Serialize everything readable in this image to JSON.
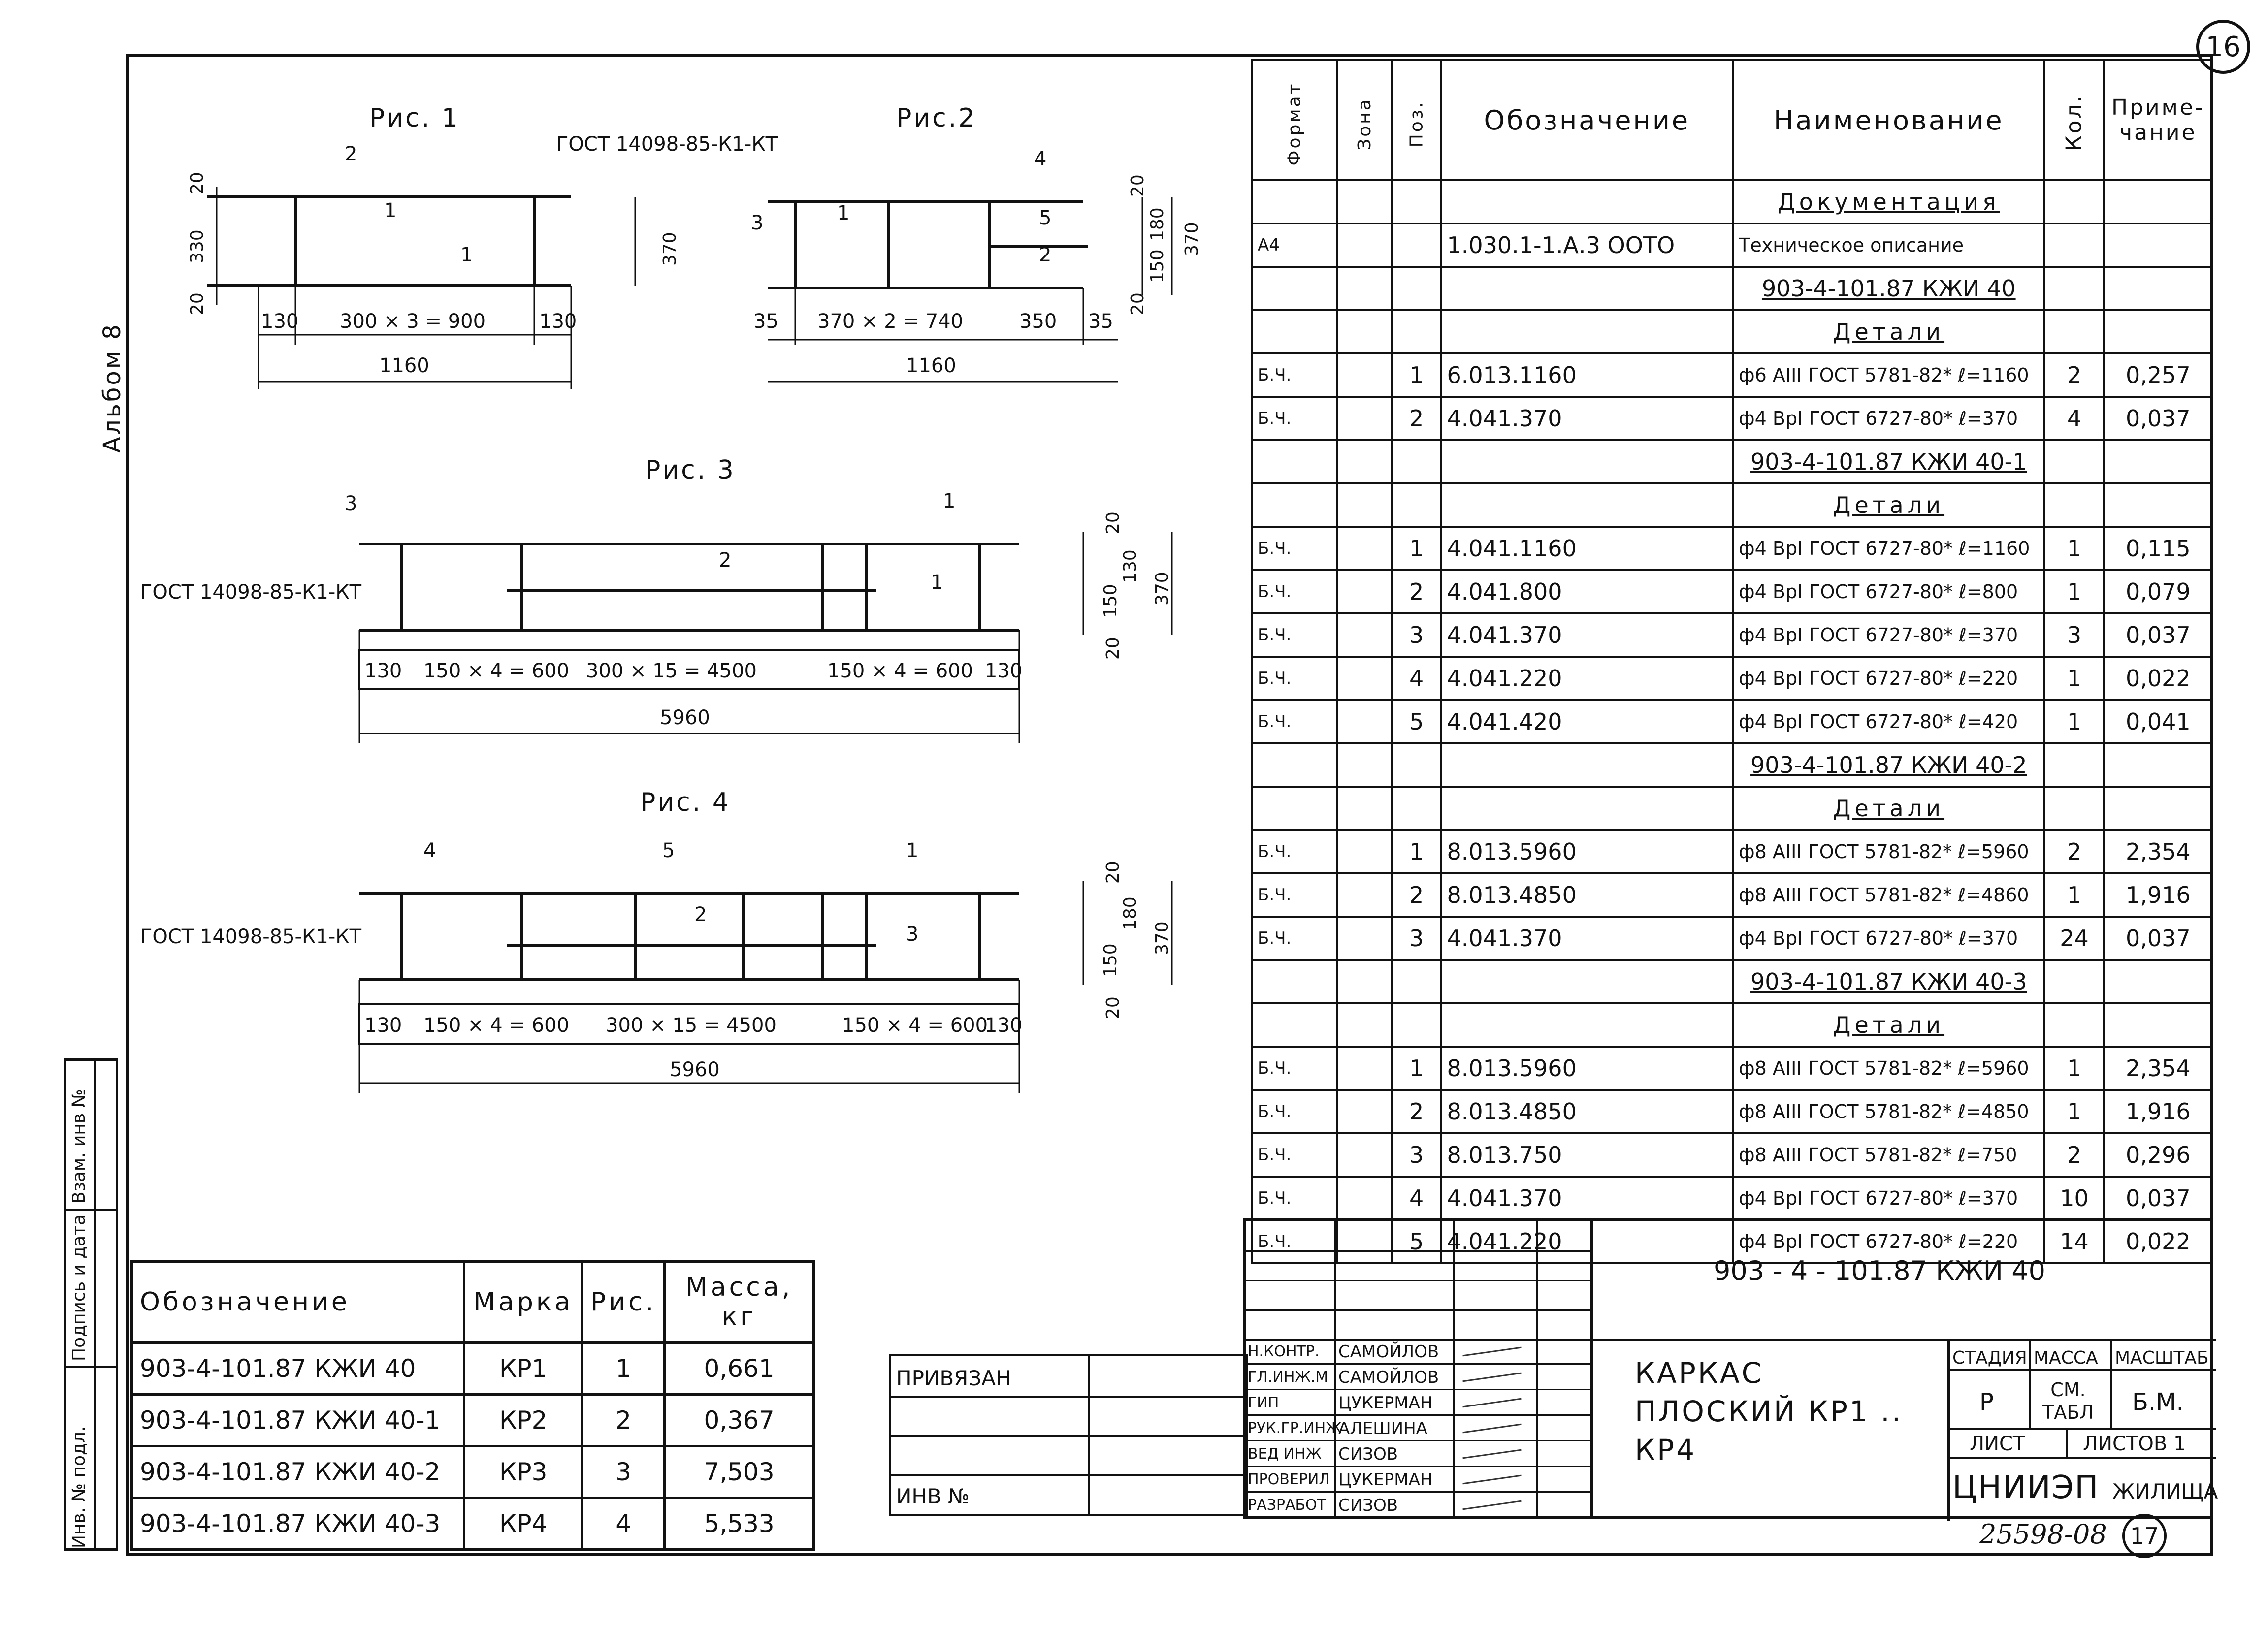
{
  "sheet_number_top": "16",
  "album_label": "Альбом 8",
  "figures": {
    "fig1": {
      "title": "Рис. 1",
      "gost": "ГОСТ 14098-85-К1-КТ",
      "pos_labels": [
        "2",
        "1",
        "1"
      ],
      "dims": {
        "top": "20",
        "height": "330",
        "bottom": "20",
        "left": "130",
        "mid": "300 × 3 = 900",
        "right": "130",
        "total": "1160",
        "side": "370"
      }
    },
    "fig2": {
      "title": "Рис.2",
      "pos_labels": [
        "4",
        "3",
        "1",
        "5",
        "2"
      ],
      "dims": {
        "left": "35",
        "mid": "370 × 2 = 740",
        "right_seg": "350",
        "right": "35",
        "total": "1160",
        "v1": "20",
        "v2": "180",
        "v3": "150",
        "v4": "20",
        "side": "370"
      }
    },
    "fig3": {
      "title": "Рис. 3",
      "gost": "ГОСТ 14098-85-К1-КТ",
      "pos_labels": [
        "3",
        "1",
        "2",
        "1"
      ],
      "dims": {
        "a": "130",
        "b": "150 × 4 = 600",
        "c": "300 × 15 = 4500",
        "d": "150 × 4 = 600",
        "e": "130",
        "total": "5960",
        "v1": "20",
        "v2": "130",
        "v3": "150",
        "v4": "20",
        "side": "370"
      }
    },
    "fig4": {
      "title": "Рис. 4",
      "gost": "ГОСТ 14098-85-К1-КТ",
      "pos_labels": [
        "4",
        "5",
        "1",
        "2",
        "3"
      ],
      "dims": {
        "a": "130",
        "b": "150 × 4 = 600",
        "c": "300 × 15 = 4500",
        "d": "150 × 4 = 600",
        "e": "130",
        "total": "5960",
        "v1": "20",
        "v2": "180",
        "v3": "150",
        "v4": "20",
        "side": "370"
      }
    }
  },
  "spec": {
    "headers": {
      "format": "Формат",
      "zone": "Зона",
      "pos": "Поз.",
      "designation": "Обозначение",
      "name": "Наименование",
      "qty": "Кол.",
      "note": "Приме-чание"
    },
    "rows": [
      {
        "type": "section",
        "name": "Документация"
      },
      {
        "type": "item",
        "format": "А4",
        "zone": "",
        "pos": "",
        "designation": "1.030.1-1.А.3 ООТО",
        "name": "Техническое описание",
        "qty": "",
        "note": ""
      },
      {
        "type": "ref",
        "name": "903-4-101.87 КЖИ 40"
      },
      {
        "type": "section",
        "name": "Детали"
      },
      {
        "type": "item",
        "format": "Б.Ч.",
        "zone": "",
        "pos": "1",
        "designation": "6.013.1160",
        "name": "ф6 АIII ГОСТ 5781-82* ℓ=1160",
        "qty": "2",
        "note": "0,257"
      },
      {
        "type": "item",
        "format": "Б.Ч.",
        "zone": "",
        "pos": "2",
        "designation": "4.041.370",
        "name": "ф4 ВрI ГОСТ 6727-80* ℓ=370",
        "qty": "4",
        "note": "0,037"
      },
      {
        "type": "ref",
        "name": "903-4-101.87 КЖИ 40-1"
      },
      {
        "type": "section",
        "name": "Детали"
      },
      {
        "type": "item",
        "format": "Б.Ч.",
        "zone": "",
        "pos": "1",
        "designation": "4.041.1160",
        "name": "ф4 ВрI ГОСТ 6727-80* ℓ=1160",
        "qty": "1",
        "note": "0,115"
      },
      {
        "type": "item",
        "format": "Б.Ч.",
        "zone": "",
        "pos": "2",
        "designation": "4.041.800",
        "name": "ф4 ВрI ГОСТ 6727-80* ℓ=800",
        "qty": "1",
        "note": "0,079"
      },
      {
        "type": "item",
        "format": "Б.Ч.",
        "zone": "",
        "pos": "3",
        "designation": "4.041.370",
        "name": "ф4 ВрI ГОСТ 6727-80* ℓ=370",
        "qty": "3",
        "note": "0,037"
      },
      {
        "type": "item",
        "format": "Б.Ч.",
        "zone": "",
        "pos": "4",
        "designation": "4.041.220",
        "name": "ф4 ВрI ГОСТ 6727-80* ℓ=220",
        "qty": "1",
        "note": "0,022"
      },
      {
        "type": "item",
        "format": "Б.Ч.",
        "zone": "",
        "pos": "5",
        "designation": "4.041.420",
        "name": "ф4 ВрI ГОСТ 6727-80* ℓ=420",
        "qty": "1",
        "note": "0,041"
      },
      {
        "type": "ref",
        "name": "903-4-101.87 КЖИ 40-2"
      },
      {
        "type": "section",
        "name": "Детали"
      },
      {
        "type": "item",
        "format": "Б.Ч.",
        "zone": "",
        "pos": "1",
        "designation": "8.013.5960",
        "name": "ф8 АIII ГОСТ 5781-82* ℓ=5960",
        "qty": "2",
        "note": "2,354"
      },
      {
        "type": "item",
        "format": "Б.Ч.",
        "zone": "",
        "pos": "2",
        "designation": "8.013.4850",
        "name": "ф8 АIII ГОСТ 5781-82* ℓ=4860",
        "qty": "1",
        "note": "1,916"
      },
      {
        "type": "item",
        "format": "Б.Ч.",
        "zone": "",
        "pos": "3",
        "designation": "4.041.370",
        "name": "ф4 ВрI ГОСТ 6727-80* ℓ=370",
        "qty": "24",
        "note": "0,037"
      },
      {
        "type": "ref",
        "name": "903-4-101.87 КЖИ 40-3"
      },
      {
        "type": "section",
        "name": "Детали"
      },
      {
        "type": "item",
        "format": "Б.Ч.",
        "zone": "",
        "pos": "1",
        "designation": "8.013.5960",
        "name": "ф8 АIII ГОСТ 5781-82* ℓ=5960",
        "qty": "1",
        "note": "2,354"
      },
      {
        "type": "item",
        "format": "Б.Ч.",
        "zone": "",
        "pos": "2",
        "designation": "8.013.4850",
        "name": "ф8 АIII ГОСТ 5781-82* ℓ=4850",
        "qty": "1",
        "note": "1,916"
      },
      {
        "type": "item",
        "format": "Б.Ч.",
        "zone": "",
        "pos": "3",
        "designation": "8.013.750",
        "name": "ф8 АIII ГОСТ 5781-82* ℓ=750",
        "qty": "2",
        "note": "0,296"
      },
      {
        "type": "item",
        "format": "Б.Ч.",
        "zone": "",
        "pos": "4",
        "designation": "4.041.370",
        "name": "ф4 ВрI ГОСТ 6727-80* ℓ=370",
        "qty": "10",
        "note": "0,037"
      },
      {
        "type": "item",
        "format": "Б.Ч.",
        "zone": "",
        "pos": "5",
        "designation": "4.041.220",
        "name": "ф4 ВрI ГОСТ 6727-80* ℓ=220",
        "qty": "14",
        "note": "0,022"
      }
    ]
  },
  "mass_table": {
    "headers": {
      "designation": "Обозначение",
      "mark": "Марка",
      "fig": "Рис.",
      "mass": "Масса, кг"
    },
    "rows": [
      {
        "designation": "903-4-101.87  КЖИ 40",
        "mark": "КР1",
        "fig": "1",
        "mass": "0,661"
      },
      {
        "designation": "903-4-101.87  КЖИ 40-1",
        "mark": "КР2",
        "fig": "2",
        "mass": "0,367"
      },
      {
        "designation": "903-4-101.87  КЖИ 40-2",
        "mark": "КР3",
        "fig": "3",
        "mass": "7,503"
      },
      {
        "designation": "903-4-101.87  КЖИ 40-3",
        "mark": "КР4",
        "fig": "4",
        "mass": "5,533"
      }
    ]
  },
  "side_stamp": {
    "inv_podl": "Инв. № подл.",
    "sign_date": "Подпись и дата",
    "vzam": "Взам. инв №"
  },
  "bound": {
    "privyazan": "Привязан",
    "inv_no": "Инв №"
  },
  "title_block": {
    "doc_code": "903 - 4 - 101.87     КЖИ 40",
    "title": "Каркас плоский КР1 .. КР4",
    "stage_label": "Стадия",
    "mass_label": "Масса",
    "scale_label": "Масштаб",
    "stage": "Р",
    "mass": "СМ. ТАБЛ",
    "scale": "Б.М.",
    "sheet_label": "Лист",
    "sheets_label": "Листов 1",
    "org_main": "ЦНИИЭП",
    "org_sub": "жилища",
    "people": [
      {
        "role": "Н.контр.",
        "name": "Самойлов"
      },
      {
        "role": "Гл.инж.м",
        "name": "Самойлов"
      },
      {
        "role": "ГИП",
        "name": "Цукерман"
      },
      {
        "role": "Рук.гр.инж",
        "name": "Алешина"
      },
      {
        "role": "Вед инж",
        "name": "Сизов"
      },
      {
        "role": "Проверил",
        "name": "Цукерман"
      },
      {
        "role": "Разработ",
        "name": "Сизов"
      }
    ]
  },
  "bottom_number": "25598-08",
  "bottom_circle": "17"
}
